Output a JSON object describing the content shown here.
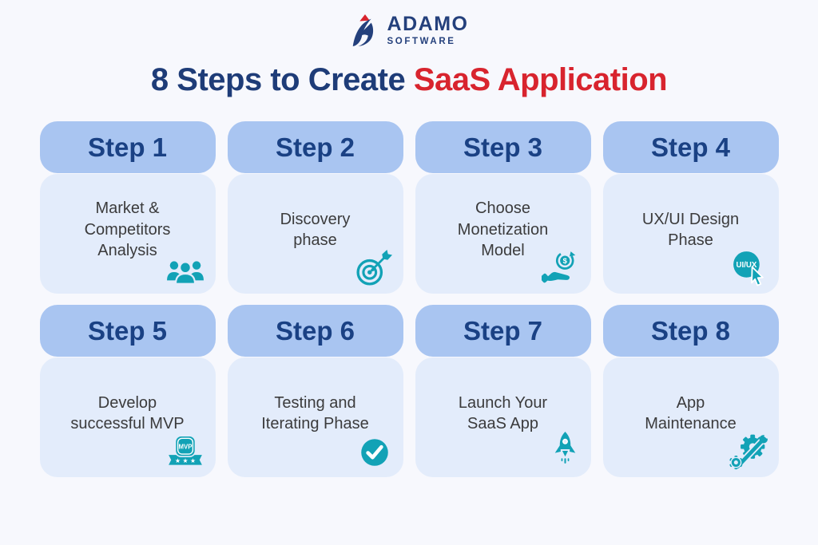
{
  "logo": {
    "name": "ADAMO",
    "tagline": "SOFTWARE"
  },
  "title": {
    "normal": "8 Steps to Create ",
    "accent": "SaaS Application"
  },
  "steps": [
    {
      "label": "Step 1",
      "description": "Market &\nCompetitors\nAnalysis",
      "icon": "people-group-icon"
    },
    {
      "label": "Step 2",
      "description": "Discovery\nphase",
      "icon": "target-arrow-icon"
    },
    {
      "label": "Step 3",
      "description": "Choose\nMonetization\nModel",
      "icon": "hand-coin-icon"
    },
    {
      "label": "Step 4",
      "description": "UX/UI Design\nPhase",
      "icon": "uiux-cursor-icon"
    },
    {
      "label": "Step 5",
      "description": "Develop\nsuccessful MVP",
      "icon": "mvp-badge-icon"
    },
    {
      "label": "Step 6",
      "description": "Testing and\nIterating Phase",
      "icon": "check-circle-icon"
    },
    {
      "label": "Step 7",
      "description": "Launch Your\nSaaS App",
      "icon": "rocket-icon"
    },
    {
      "label": "Step 8",
      "description": "App\nMaintenance",
      "icon": "gear-wrench-icon"
    }
  ],
  "icon_badge_texts": {
    "uiux_label": "UI/UX",
    "mvp_label": "MVP",
    "coin_symbol": "$",
    "stars": "★ ★ ★"
  },
  "colors": {
    "page_background": "#f7f8fd",
    "card_header_blue": "#a9c5f1",
    "card_body_blue": "#e3ecfb",
    "step_text_navy": "#1a4184",
    "title_navy": "#1e3c78",
    "title_red": "#d8242e",
    "body_text": "#3b3b3c",
    "icon_teal": "#12a2b6",
    "logo_navy": "#24407c",
    "logo_red": "#d8242e"
  }
}
